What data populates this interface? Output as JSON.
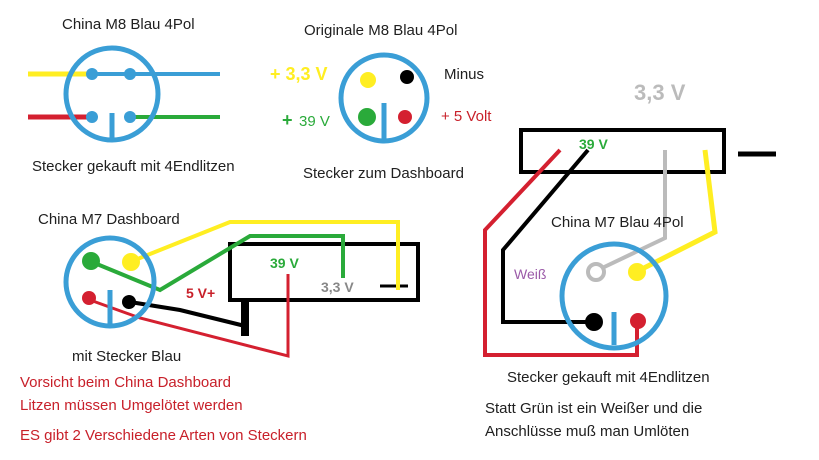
{
  "labels": {
    "china_m8_title": "China M8 Blau 4Pol",
    "orig_m8_title": "Originale M8 Blau 4Pol",
    "plus33": "+ 3,3 V",
    "minus": "Minus",
    "plus39": "+",
    "plus39_value": "39 V",
    "plus5": "+ 5 Volt",
    "stecker_4endlitzen_1": "Stecker gekauft mit 4Endlitzen",
    "stecker_dashboard": "Stecker zum Dashboard",
    "china_m7_dashboard": "China M7 Dashboard",
    "v39_left": "39 V",
    "v33_left": "3,3 V",
    "v5_left": "5 V+",
    "mit_stecker": "mit Stecker  Blau",
    "warn1": "Vorsicht beim China Dashboard",
    "warn2": "Litzen müssen Umgelötet werden",
    "warn3": "ES gibt 2 Verschiedene Arten von Steckern",
    "v33_right_top": "3,3 V",
    "v39_right": "39 V",
    "china_m7_blau": "China M7 Blau 4Pol",
    "weiss": "Weiß",
    "stecker_4endlitzen_2": "Stecker gekauft mit 4Endlitzen",
    "statt1": "Statt Grün ist  ein Weißer  und die",
    "statt2": "Anschlüsse muß man Umlöten"
  },
  "colors": {
    "blue": "#3a9ed6",
    "yellow": "#ffee22",
    "green": "#2aaa3a",
    "red": "#d42030",
    "black": "#000000",
    "gray": "#bbbbbb",
    "purple": "#9b5aa8"
  }
}
